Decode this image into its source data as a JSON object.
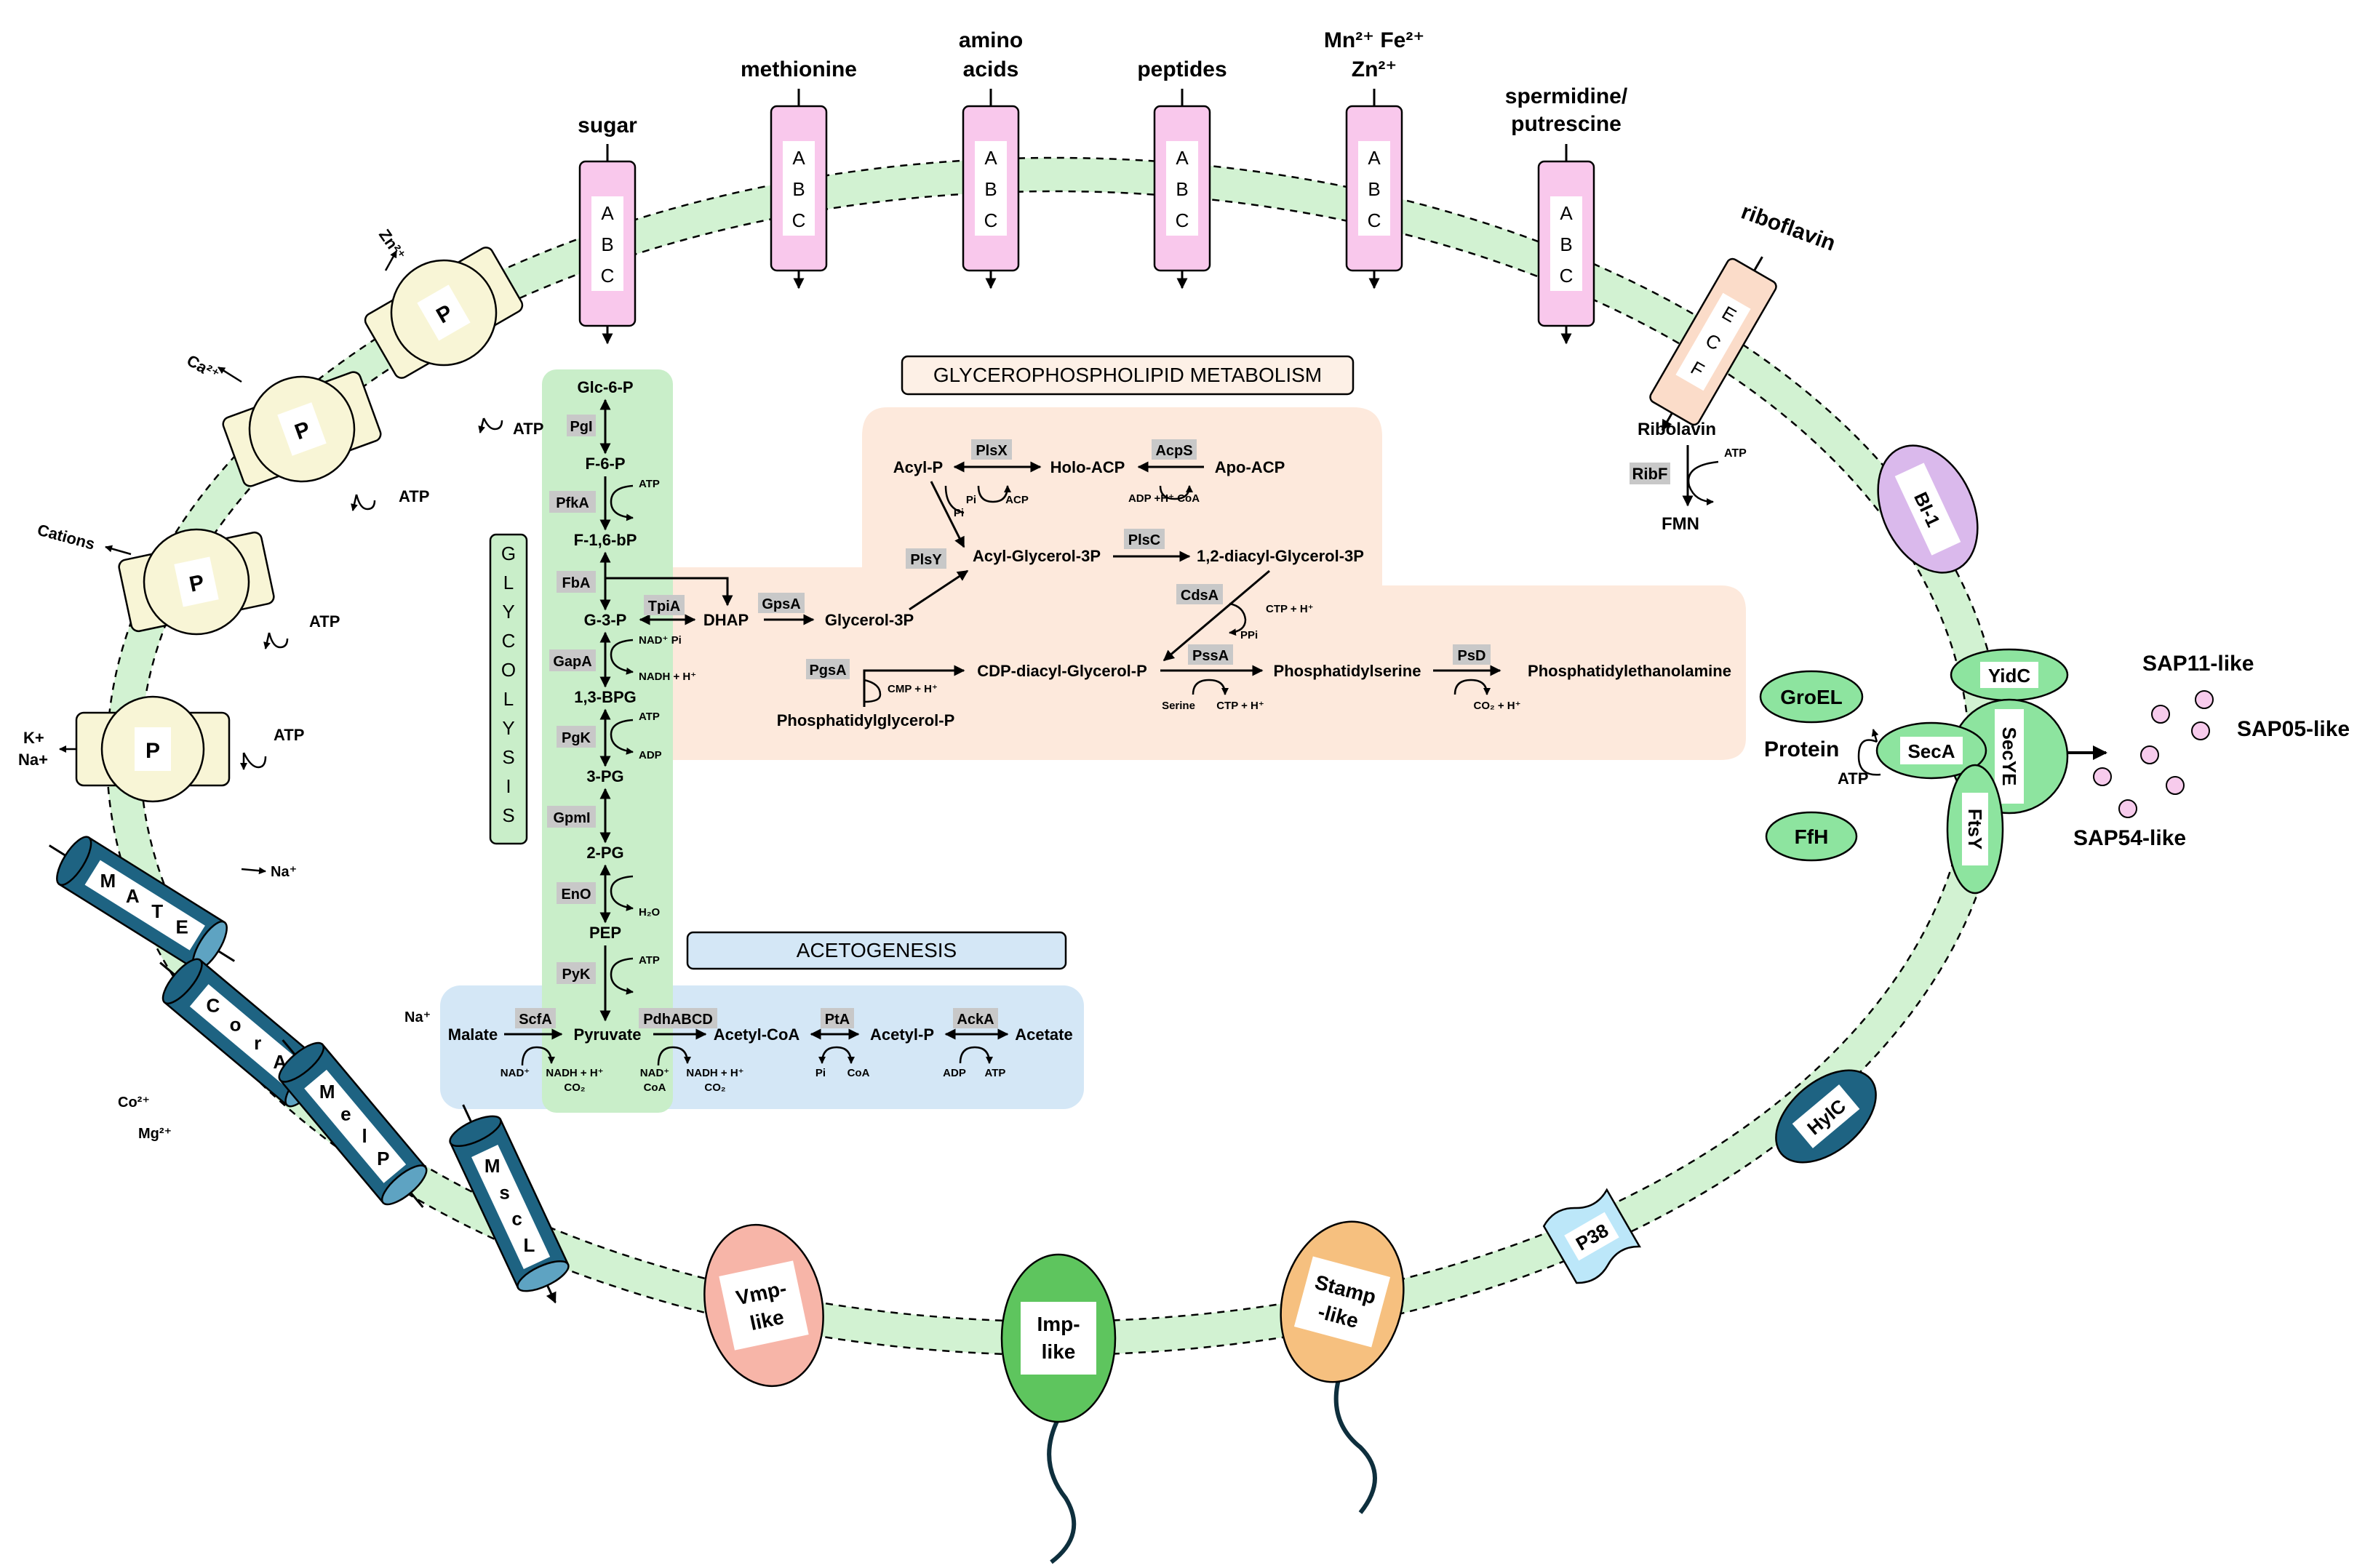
{
  "substrates": {
    "sugar": "sugar",
    "methionine": "methionine",
    "amino_acids": [
      "amino",
      "acids"
    ],
    "peptides": "peptides",
    "metals": [
      "Mn²⁺ Fe²⁺",
      "Zn²⁺"
    ],
    "spermidine": [
      "spermidine/",
      "putrescine"
    ],
    "riboflavin": "riboflavin"
  },
  "abc_letters": [
    "A",
    "B",
    "C"
  ],
  "ecf_letters": [
    "E",
    "C",
    "F"
  ],
  "ions": {
    "zn": "Zn²⁺",
    "ca": "Ca²⁺",
    "cations": "Cations",
    "k_na": [
      "K+",
      "Na+"
    ],
    "na": "Na⁺",
    "co": "Co²⁺",
    "mg": "Mg²⁺",
    "atp": "ATP",
    "p_letter": "P"
  },
  "channels": {
    "mate": [
      "M",
      "A",
      "T",
      "E"
    ],
    "cora": [
      "C",
      "o",
      "r",
      "A"
    ],
    "melp": [
      "M",
      "e",
      "l",
      "P"
    ],
    "mscl": [
      "M",
      "s",
      "c",
      "L"
    ]
  },
  "surface": {
    "vmp": [
      "Vmp-",
      "like"
    ],
    "imp": [
      "Imp-",
      "like"
    ],
    "stamp": [
      "Stamp",
      "-like"
    ],
    "p38": "P38",
    "hylc": "HylC",
    "bi1": "BI-1"
  },
  "secretion": {
    "yidc": "YidC",
    "secye": "SecYE",
    "seca": "SecA",
    "ftsy": "FtsY",
    "groel": "GroEL",
    "ffh": "FfH",
    "protein": "Protein",
    "atp": "ATP",
    "sap11": "SAP11-like",
    "sap05": "SAP05-like",
    "sap54": "SAP54-like"
  },
  "riboflavin_path": {
    "ribolavin": "Ribolavin",
    "ribf": "RibF",
    "atp": "ATP",
    "fmn": "FMN"
  },
  "titles": {
    "glycolysis": [
      "G",
      "L",
      "Y",
      "C",
      "O",
      "L",
      "Y",
      "S",
      "I",
      "S"
    ],
    "glycerophospholipid": "GLYCEROPHOSPHOLIPID METABOLISM",
    "acetogenesis": "ACETOGENESIS"
  },
  "glycolysis": {
    "metabolites": [
      "Glc-6-P",
      "F-6-P",
      "F-1,6-bP",
      "G-3-P",
      "1,3-BPG",
      "3-PG",
      "2-PG",
      "PEP"
    ],
    "enzymes": [
      "PgI",
      "PfkA",
      "FbA",
      "GapA",
      "PgK",
      "GpmI",
      "EnO",
      "PyK"
    ],
    "cofactors": {
      "atp1": "ATP",
      "nad": "NAD⁺ Pi",
      "nadh": "NADH + H⁺",
      "atp2": "ATP",
      "adp": "ADP",
      "h2o": "H₂O",
      "atp3": "ATP"
    },
    "dhap": "DHAP",
    "tpia": "TpiA"
  },
  "acetogenesis": {
    "metabolites": [
      "Malate",
      "Pyruvate",
      "Acetyl-CoA",
      "Acetyl-P",
      "Acetate"
    ],
    "enzymes": [
      "ScfA",
      "PdhABCD",
      "PtA",
      "AckA"
    ],
    "cofactors": {
      "nad": "NAD⁺",
      "nadh_co2": [
        "NADH + H⁺",
        "CO₂"
      ],
      "nad_coa": [
        "NAD⁺",
        "CoA"
      ],
      "nadh_co2b": [
        "NADH + H⁺",
        "CO₂"
      ],
      "pi": "Pi",
      "coa": "CoA",
      "adp": "ADP",
      "atp": "ATP"
    }
  },
  "lipid": {
    "metabolites": {
      "acyl_p": "Acyl-P",
      "holo_acp": "Holo-ACP",
      "apo_acp": "Apo-ACP",
      "acyl_g3p": "Acyl-Glycerol-3P",
      "diacyl_g3p": "1,2-diacyl-Glycerol-3P",
      "glycerol_3p": "Glycerol-3P",
      "cdp_dag": "CDP-diacyl-Glycerol-P",
      "ps": "Phosphatidylserine",
      "pe": "Phosphatidylethanolamine",
      "pgp": "Phosphatidylglycerol-P"
    },
    "enzymes": {
      "plsx": "PlsX",
      "acps": "AcpS",
      "plsy": "PlsY",
      "plsc": "PlsC",
      "cdsa": "CdsA",
      "gpsa": "GpsA",
      "pgsa": "PgsA",
      "pssa": "PssA",
      "psd": "PsD"
    },
    "cofactors": {
      "pi1": "Pi",
      "pi2": "Pi",
      "acp": "ACP",
      "adp_coa": "ADP +H⁺  CoA",
      "ctp": "CTP + H⁺",
      "ppi": "PPi",
      "cmp": "CMP + H⁺",
      "serine": "Serine",
      "ctp2": "CTP + H⁺",
      "co2": "CO₂ + H⁺"
    }
  },
  "colors": {
    "membrane": "#d2f2d2",
    "abc": "#f9c8ec",
    "pump": "#f8f5d6",
    "channel": "#1e6382",
    "ecf": "#fbdcc9",
    "bi1": "#dab9ec",
    "groel": "#8de49f",
    "glycolysis_bg": "#c9eec9",
    "lipid_bg": "#fde9dc",
    "aceto_bg": "#d4e7f6",
    "enzyme_box": "#c8c8c8",
    "vmp": "#f7b5a8",
    "stamp": "#f6c07f",
    "p38": "#bce7f9"
  }
}
